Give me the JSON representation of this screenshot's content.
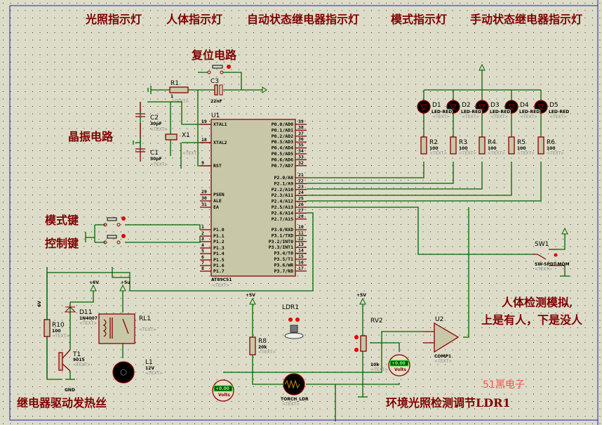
{
  "colors": {
    "background": "#dcdcc8",
    "wire": "#006400",
    "component": "#8b0000",
    "annotation": "#800000",
    "watermark": "#ff5050",
    "frame": "#2020c0"
  },
  "headings": [
    "光照指示灯",
    "人体指示灯",
    "自动状态继电器指示灯",
    "模式指示灯",
    "手动状态继电器指示灯"
  ],
  "annotations": {
    "reset": "复位电路",
    "crystal": "晶振电路",
    "mode_key": "模式键",
    "control_key": "控制键",
    "relay_drive": "继电器驱动发热丝",
    "ldr_adjust": "环境光照检测调节LDR1",
    "human_1": "人体检测模拟,",
    "human_2": "上是有人，下是没人",
    "watermark": "51黑电子"
  },
  "text_placeholder": "<TEXT>",
  "u1": {
    "ref": "U1",
    "part": "AT89C51",
    "left_pins": [
      [
        "19",
        "XTAL1"
      ],
      [
        "18",
        "XTAL2"
      ],
      [
        "9",
        "RST"
      ],
      [
        "29",
        "PSEN"
      ],
      [
        "30",
        "ALE"
      ],
      [
        "31",
        "EA"
      ],
      [
        "1",
        "P1.0"
      ],
      [
        "2",
        "P1.1"
      ],
      [
        "3",
        "P1.2"
      ],
      [
        "4",
        "P1.3"
      ],
      [
        "5",
        "P1.4"
      ],
      [
        "6",
        "P1.5"
      ],
      [
        "7",
        "P1.6"
      ],
      [
        "8",
        "P1.7"
      ]
    ],
    "right_pins": [
      [
        "39",
        "P0.0/AD0"
      ],
      [
        "38",
        "P0.1/AD1"
      ],
      [
        "37",
        "P0.2/AD2"
      ],
      [
        "36",
        "P0.3/AD3"
      ],
      [
        "35",
        "P0.4/AD4"
      ],
      [
        "34",
        "P0.5/AD5"
      ],
      [
        "33",
        "P0.6/AD6"
      ],
      [
        "32",
        "P0.7/AD7"
      ],
      [
        "21",
        "P2.0/A8"
      ],
      [
        "22",
        "P2.1/A9"
      ],
      [
        "23",
        "P2.2/A10"
      ],
      [
        "24",
        "P2.3/A11"
      ],
      [
        "25",
        "P2.4/A12"
      ],
      [
        "26",
        "P2.5/A13"
      ],
      [
        "27",
        "P2.6/A14"
      ],
      [
        "28",
        "P2.7/A15"
      ],
      [
        "10",
        "P3.0/RXD"
      ],
      [
        "11",
        "P3.1/TXD"
      ],
      [
        "12",
        "P3.2/INT0"
      ],
      [
        "13",
        "P3.3/INT1"
      ],
      [
        "14",
        "P3.4/T0"
      ],
      [
        "15",
        "P3.5/T1"
      ],
      [
        "16",
        "P3.6/WR"
      ],
      [
        "17",
        "P3.7/RD"
      ]
    ]
  },
  "leds": [
    {
      "ref": "D1",
      "part": "LED-RED"
    },
    {
      "ref": "D2",
      "part": "LED-RED"
    },
    {
      "ref": "D3",
      "part": "LED-RED"
    },
    {
      "ref": "D4",
      "part": "LED-RED"
    },
    {
      "ref": "D5",
      "part": "LED-RED"
    }
  ],
  "led_resistors": [
    {
      "ref": "R2",
      "value": "100"
    },
    {
      "ref": "R3",
      "value": "100"
    },
    {
      "ref": "R4",
      "value": "100"
    },
    {
      "ref": "R5",
      "value": "100"
    },
    {
      "ref": "R6",
      "value": "100"
    }
  ],
  "parts": {
    "r1": {
      "ref": "R1",
      "value": "1"
    },
    "c3": {
      "ref": "C3",
      "value": "22nF"
    },
    "c2": {
      "ref": "C2",
      "value": "30pF"
    },
    "c1": {
      "ref": "C1",
      "value": "30pF"
    },
    "x1": {
      "ref": "X1"
    },
    "r10": {
      "ref": "R10",
      "value": "100"
    },
    "d11": {
      "ref": "D11",
      "value": "1N4007"
    },
    "t1": {
      "ref": "T1",
      "value": "9015"
    },
    "rl1": {
      "ref": "RL1"
    },
    "l1": {
      "ref": "L1",
      "value": "12V"
    },
    "r8": {
      "ref": "R8",
      "value": "20k"
    },
    "ldr1": {
      "ref": "LDR1",
      "part": "TORCH_LDR"
    },
    "rv2": {
      "ref": "RV2",
      "value": "10k"
    },
    "u2": {
      "ref": "U2",
      "part": "COMP1"
    },
    "sw1": {
      "ref": "SW1",
      "part": "SW-SPDT-MOM"
    },
    "vcc_5v": "+5V",
    "vcc_5u": "+5u",
    "gnd": "GND",
    "vcc_6v": "+6V",
    "r10_side": "6V",
    "volt_reading": "+0.00",
    "volt_unit": "Volts"
  }
}
